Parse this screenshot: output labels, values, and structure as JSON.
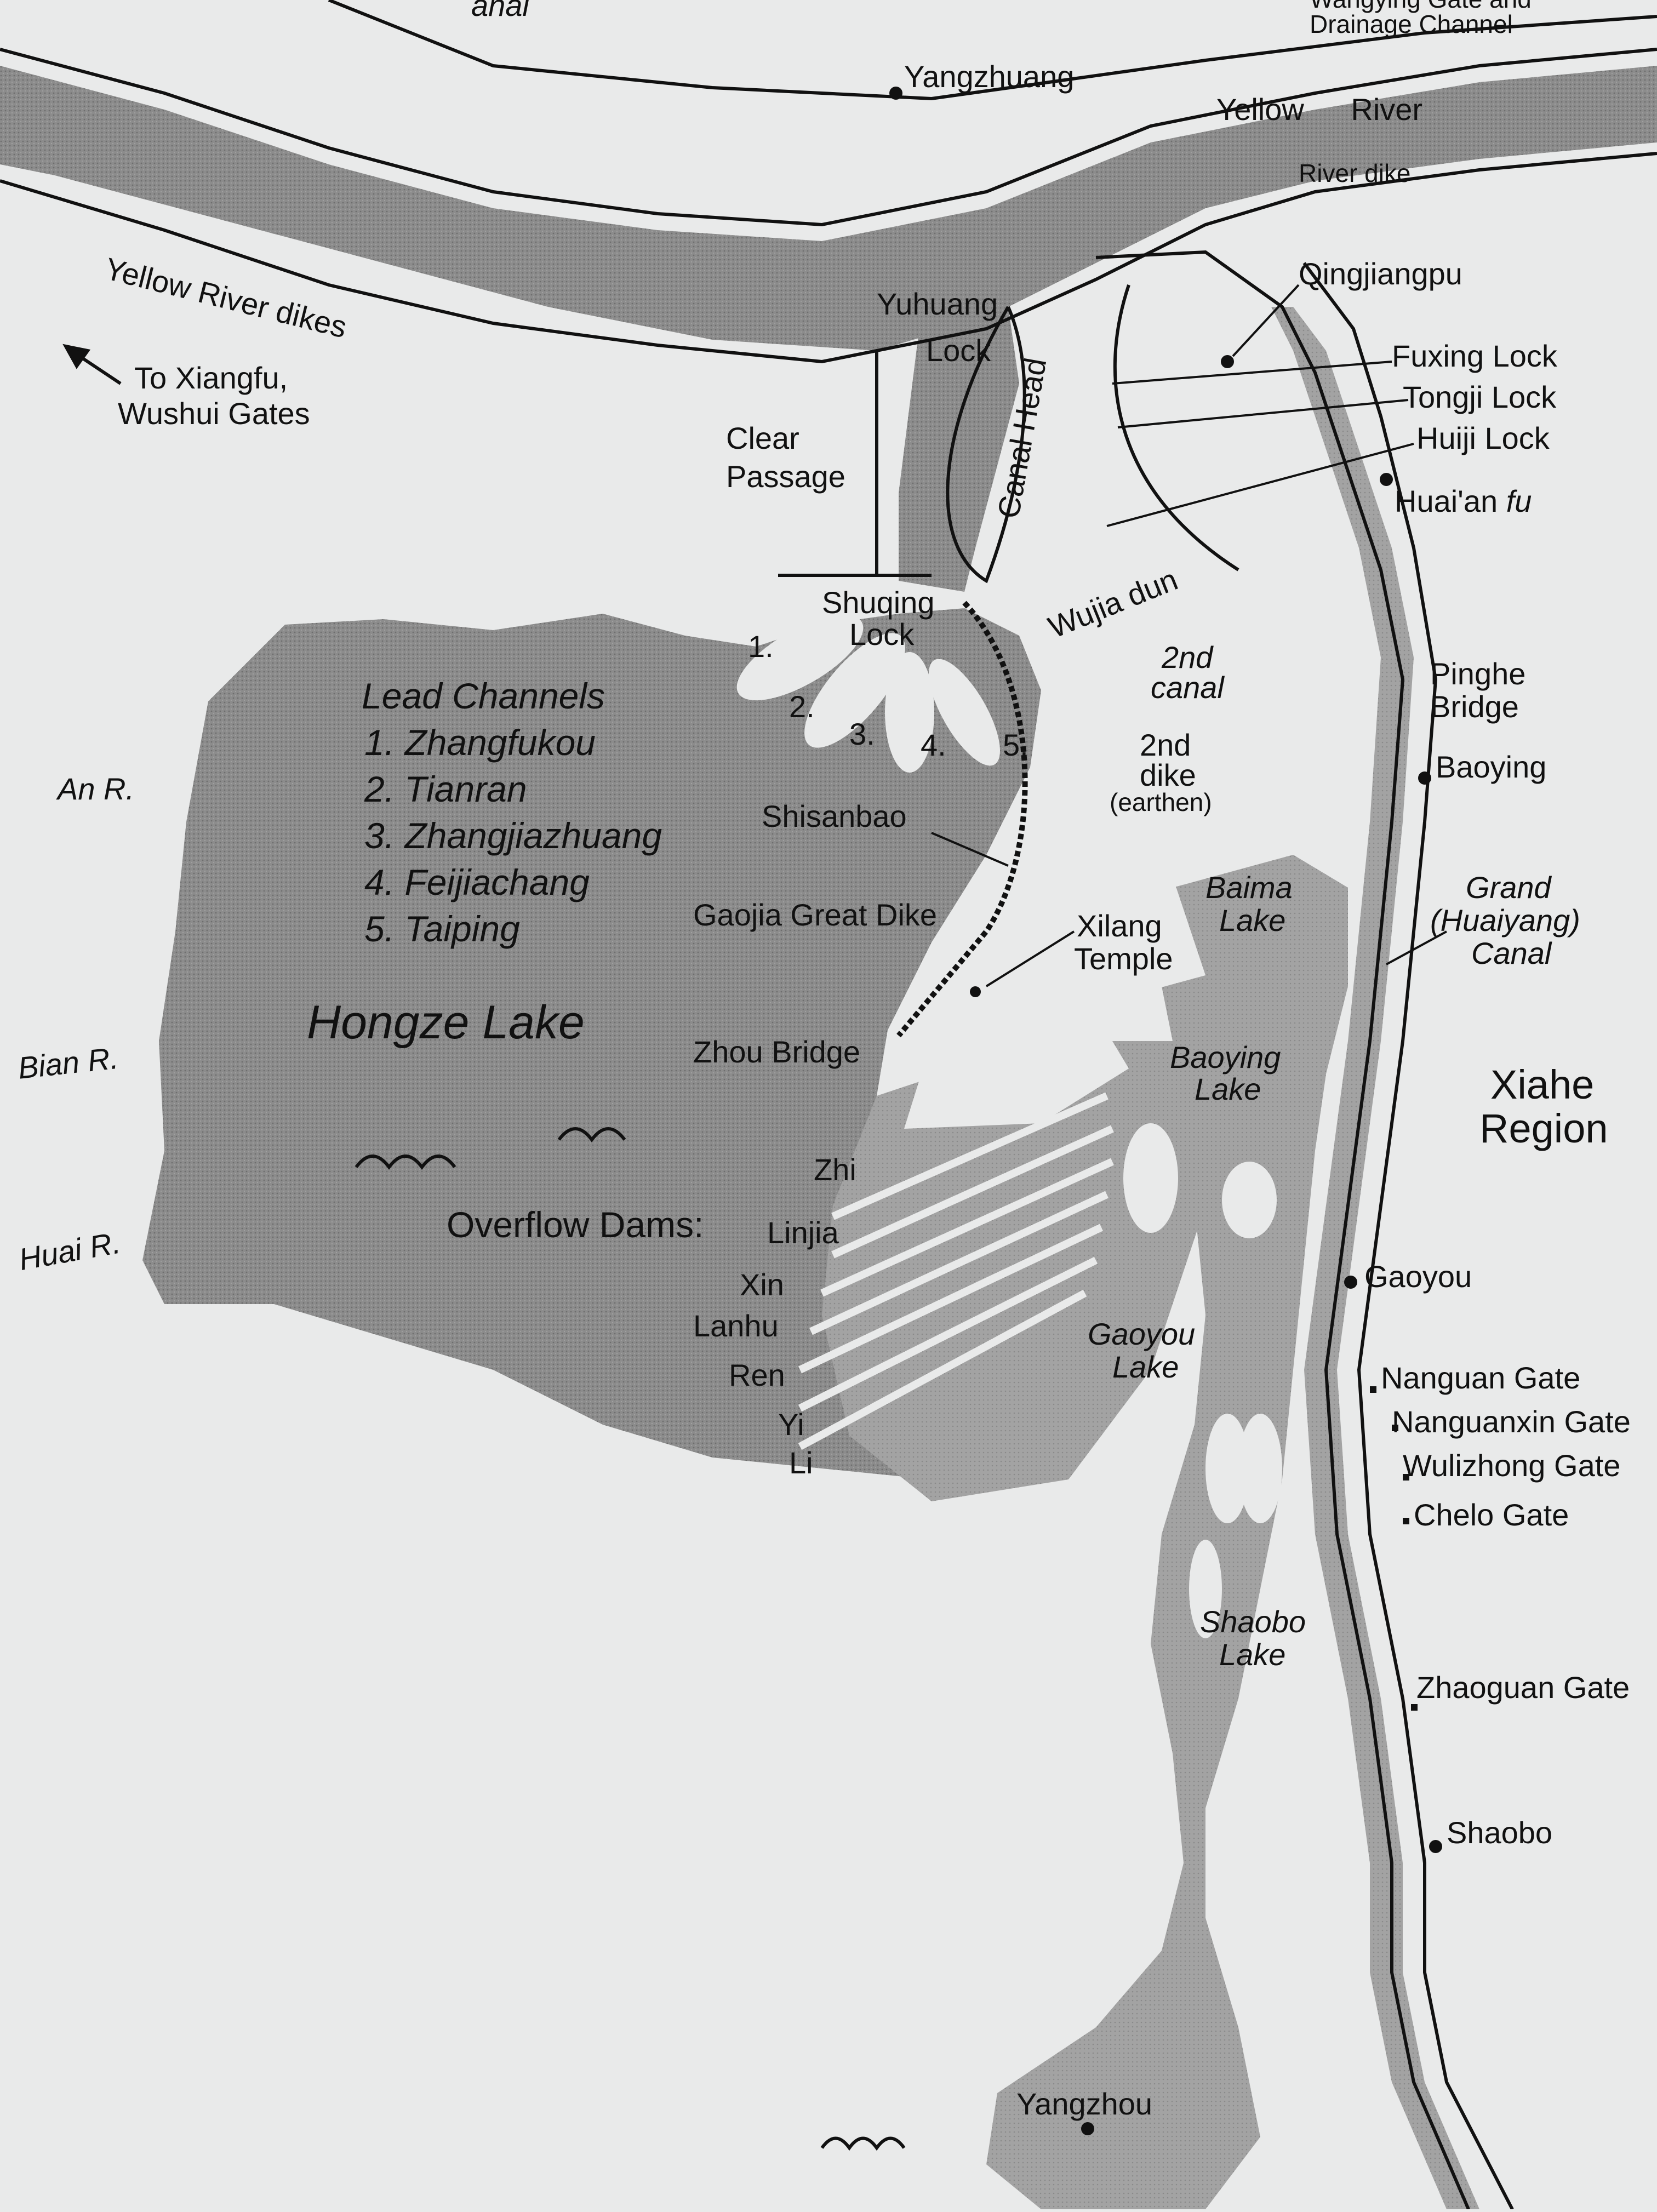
{
  "map": {
    "colors": {
      "paper": "#e9eaea",
      "water": "#8a8a8a",
      "water_light": "#a6a6a6",
      "ink": "#111111"
    },
    "icons": [
      "mountain-symbol",
      "city-dot",
      "gate-marker",
      "direction-arrow"
    ],
    "labels": {
      "canal_top": "anal",
      "wangying_gate": "Wangying Gate and",
      "drainage_channel": "Drainage Channel",
      "yangzhuang": "Yangzhuang",
      "yellow_river": "Yellow River",
      "river_dike": "River dike",
      "yellow_river_dikes": "Yellow River dikes",
      "to_xiangfu_1": "To Xiangfu,",
      "to_xiangfu_2": "Wushui Gates",
      "yuhuang_lock_1": "Yuhuang",
      "yuhuang_lock_2": "Lock",
      "canal_head": "Canal Head",
      "clear_passage_1": "Clear",
      "clear_passage_2": "Passage",
      "qingjiangpu": "Qingjiangpu",
      "fuxing_lock": "Fuxing Lock",
      "tongji_lock": "Tongji Lock",
      "huiji_lock": "Huiji Lock",
      "huaian_fu_1": "Huai'an",
      "huaian_fu_2": "fu",
      "shuqing_lock_1": "Shuqing",
      "shuqing_lock_2": "Lock",
      "wujia_dun": "Wujia dun",
      "second_canal_1": "2nd",
      "second_canal_2": "canal",
      "second_dike_1": "2nd",
      "second_dike_2": "dike",
      "second_dike_3": "(earthen)",
      "pinghe_bridge_1": "Pinghe",
      "pinghe_bridge_2": "Bridge",
      "baoying": "Baoying",
      "shisanbao": "Shisanbao",
      "gaojia_great_dike": "Gaojia Great Dike",
      "baima_lake_1": "Baima",
      "baima_lake_2": "Lake",
      "xilang_temple_1": "Xilang",
      "xilang_temple_2": "Temple",
      "grand_canal_1": "Grand",
      "grand_canal_2": "(Huaiyang)",
      "grand_canal_3": "Canal",
      "an_river": "An R.",
      "hongze_lake": "Hongze Lake",
      "bian_river": "Bian R.",
      "zhou_bridge": "Zhou Bridge",
      "baoying_lake_1": "Baoying",
      "baoying_lake_2": "Lake",
      "xiahe_region_1": "Xiahe",
      "xiahe_region_2": "Region",
      "huai_river": "Huai R.",
      "overflow_dams": "Overflow Dams:",
      "gaoyou": "Gaoyou",
      "gaoyou_lake_1": "Gaoyou",
      "gaoyou_lake_2": "Lake",
      "nanguan_gate": "Nanguan Gate",
      "nanguanxin_gate": "Nanguanxin Gate",
      "wulizhong_gate": "Wulizhong Gate",
      "chelo_gate": "Chelo Gate",
      "shaobo_lake_1": "Shaobo",
      "shaobo_lake_2": "Lake",
      "zhaoguan_gate": "Zhaoguan Gate",
      "shaobo": "Shaobo",
      "yangzhou": "Yangzhou"
    },
    "lead_channels": {
      "title": "Lead Channels",
      "items": [
        "1. Zhangfukou",
        "2. Tianran",
        "3. Zhangjiazhuang",
        "4. Feijiachang",
        "5. Taiping"
      ],
      "numbers": [
        "1.",
        "2.",
        "3.",
        "4.",
        "5."
      ]
    },
    "overflow_dam_names": [
      "Zhi",
      "Linjia",
      "Xin",
      "Lanhu",
      "Ren",
      "Yi",
      "Li"
    ]
  }
}
